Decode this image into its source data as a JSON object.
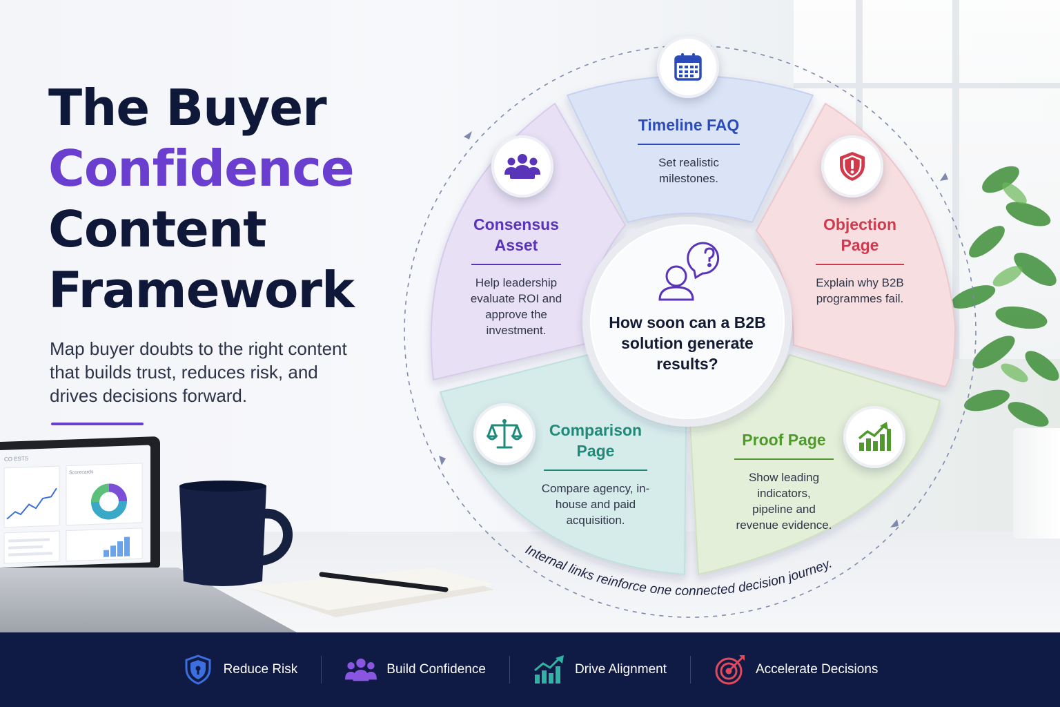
{
  "title": {
    "line1": "The Buyer",
    "line2": "Confidence",
    "line3": "Content",
    "line4": "Framework"
  },
  "subtitle": "Map buyer doubts to the right content that builds trust, reduces risk, and drives decisions forward.",
  "center": {
    "question": "How soon can a B2B solution generate results?",
    "icon": "person-question-icon"
  },
  "segments": [
    {
      "id": "timeline",
      "title": "Timeline FAQ",
      "description": "Set realistic milestones.",
      "icon": "calendar-icon",
      "color": "#2b4bb8",
      "fill": "#dbe4f7"
    },
    {
      "id": "objection",
      "title": "Objection Page",
      "description": "Explain why B2B programmes fail.",
      "icon": "shield-alert-icon",
      "color": "#cf3a4e",
      "fill": "#f7dfe1"
    },
    {
      "id": "proof",
      "title": "Proof Page",
      "description": "Show leading indicators, pipeline and revenue evidence.",
      "icon": "growth-chart-icon",
      "color": "#4e9a2a",
      "fill": "#e3efd8"
    },
    {
      "id": "comparison",
      "title": "Comparison Page",
      "description": "Compare agency, in-house and paid acquisition.",
      "icon": "scales-icon",
      "color": "#1f8a7a",
      "fill": "#d6ecea"
    },
    {
      "id": "consensus",
      "title": "Consensus Asset",
      "description": "Help leadership evaluate ROI and approve the investment.",
      "icon": "team-icon",
      "color": "#5a34b8",
      "fill": "#e8e0f4"
    }
  ],
  "arc_caption": "Internal links reinforce one connected decision journey.",
  "footer": [
    {
      "label": "Reduce Risk",
      "icon": "shield-lock-icon",
      "color": "#3b6fe0"
    },
    {
      "label": "Build Confidence",
      "icon": "group-icon",
      "color": "#8a55e0"
    },
    {
      "label": "Drive Alignment",
      "icon": "bar-growth-icon",
      "color": "#2fb3a3"
    },
    {
      "label": "Accelerate Decisions",
      "icon": "target-icon",
      "color": "#e04a5c"
    }
  ],
  "laptop_screen": {
    "header_text": "CO ESTS",
    "panel_label": "Scorecards"
  }
}
